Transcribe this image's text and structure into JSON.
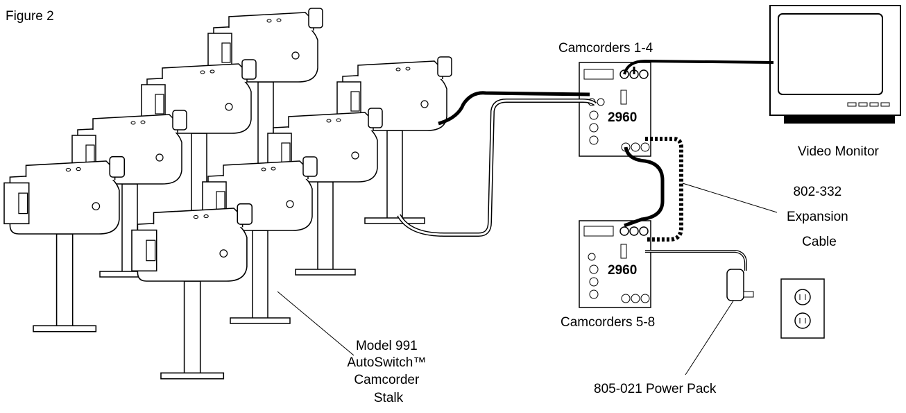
{
  "figure_label": "Figure 2",
  "boards": {
    "top": {
      "model": "2960",
      "caption": "Camcorders 1-4"
    },
    "bottom": {
      "model": "2960",
      "caption": "Camcorders 5-8"
    }
  },
  "monitor": {
    "caption": "Video Monitor"
  },
  "expansion_cable": {
    "lines": [
      "802-332",
      "Expansion",
      "Cable"
    ]
  },
  "power_pack": {
    "caption": "805-021 Power Pack"
  },
  "stalk": {
    "lines": [
      "Model 991",
      "AutoSwitch™",
      "Camcorder",
      "Stalk"
    ]
  }
}
